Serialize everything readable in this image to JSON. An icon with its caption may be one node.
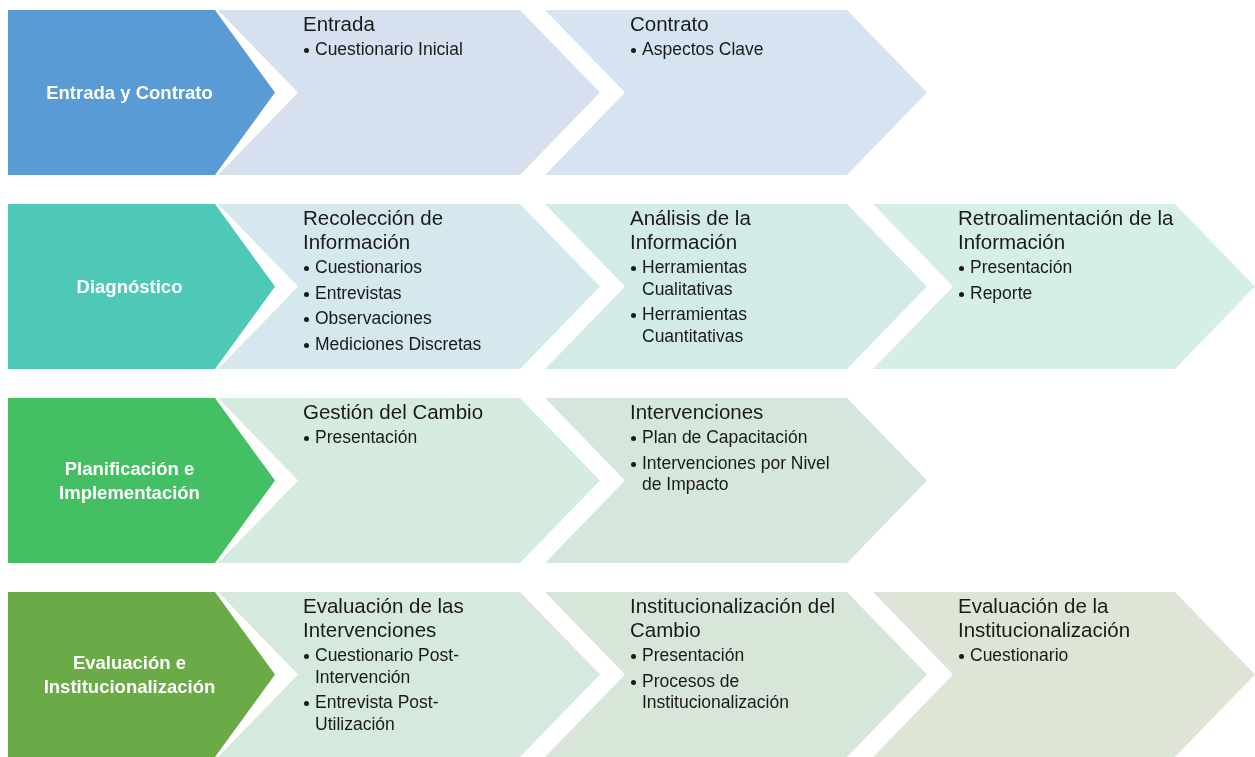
{
  "diagram": {
    "nodes": [
      {
        "text": [
          "Entrada y Contrato"
        ]
      },
      {
        "text": [
          "Entrada",
          "Cuestionario Inicial"
        ]
      },
      {
        "text": [
          "Contrato",
          "Aspectos Clave"
        ]
      },
      {
        "text": [
          "Diagnóstico"
        ]
      },
      {
        "text": [
          "Recolección de Información",
          "Cuestionarios",
          "Entrevistas",
          "Observaciones",
          "Mediciones Discretas"
        ]
      },
      {
        "text": [
          "Análisis de la Información",
          "Herramientas Cualitativas",
          "Herramientas Cuantitativas"
        ]
      },
      {
        "text": [
          "Retroalimentación de la Información",
          "Presentación",
          "Reporte"
        ]
      },
      {
        "text": [
          "Planificación e Implementación"
        ]
      },
      {
        "text": [
          "Gestión del Cambio",
          "Presentación"
        ]
      },
      {
        "text": [
          "Intervenciones",
          "Plan de Capacitación",
          "Intervenciones por Nivel de Impacto"
        ]
      },
      {
        "text": [
          "Evaluación e Institucionalización"
        ]
      },
      {
        "text": [
          "Evaluación de las Intervenciones",
          "Cuestionario Post-Intervención",
          "Entrevista Post-Utilización"
        ]
      },
      {
        "text": [
          "Institucionalización del Cambio",
          "Presentación",
          "Procesos de Institucionalización"
        ]
      },
      {
        "text": [
          "Evaluación de la Institucionalización",
          "Cuestionario"
        ]
      }
    ]
  }
}
